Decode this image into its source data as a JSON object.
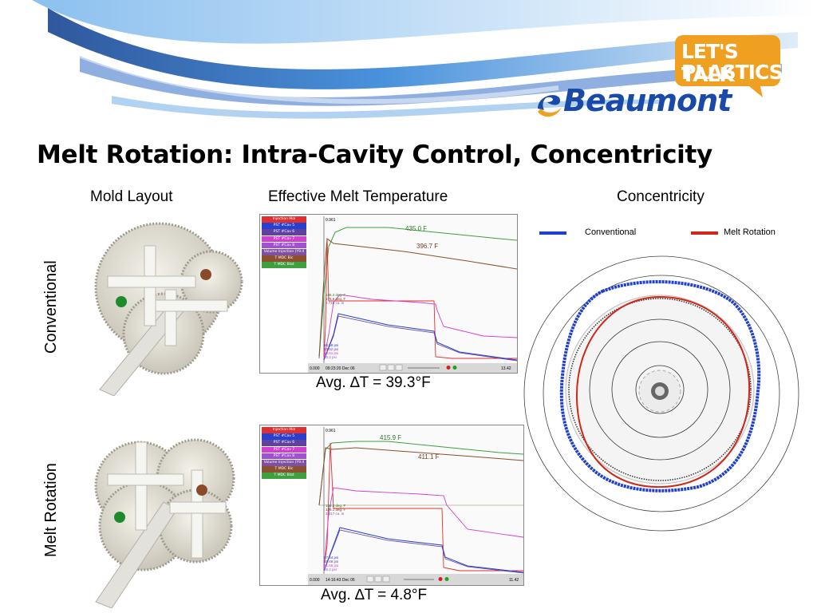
{
  "banner": {
    "tagline_line1": "LET'S TALK",
    "tagline_line2": "PLASTICS",
    "brand": "Beaumont"
  },
  "slide": {
    "title": "Melt Rotation: Intra-Cavity Control, Concentricity"
  },
  "columns": {
    "mold_layout": "Mold Layout",
    "effective_temp": "Effective Melt Temperature",
    "concentricity": "Concentricity"
  },
  "rows": {
    "conventional": "Conventional",
    "melt_rotation": "Melt Rotation"
  },
  "chart_top": {
    "legend": [
      "Injection Mol",
      "PST #Cav 5",
      "PST #Cav 6",
      "PST #Cav 7",
      "PST #Cav 8",
      "Volume Injection (Y9.4",
      "T MDC Bic",
      "T MDC Blat"
    ],
    "legend_colors": [
      "#e03030",
      "#2840d0",
      "#6040a0",
      "#d040d0",
      "#a050d0",
      "#8050a0",
      "#8a5030",
      "#40a040"
    ],
    "peak_label": "435.0 F",
    "second_label": "396.7 F",
    "marker_label": "0.961",
    "inline_labels": [
      "186.2 deg. F",
      "175.6 deg. F",
      "2.716 cu. in"
    ],
    "pressure_labels": [
      "58.58 psi",
      "53.62 psi",
      "49.61 psi",
      "55.2 psi"
    ],
    "footer_left": "0.000",
    "footer_time": "09:23:20 Dec 06",
    "footer_right": "13.42"
  },
  "chart_bottom": {
    "legend": [
      "Injection Mol",
      "PST #Cav 5",
      "PST #Cav 6",
      "PST #Cav 7",
      "PST #Cav 8",
      "Volume Injection (Y9.4",
      "T MDC Bic",
      "T MDC Blat"
    ],
    "legend_colors": [
      "#e03030",
      "#2840d0",
      "#6040a0",
      "#d040d0",
      "#a050d0",
      "#8050a0",
      "#8a5030",
      "#40a040"
    ],
    "peak_label": "415.9 F",
    "second_label": "411.1 F",
    "marker_label": "0.961",
    "inline_labels": [
      "186.4 deg. F",
      "178.1 deg. F",
      "2.217 cu. in"
    ],
    "pressure_labels": [
      "57.64 psi",
      "55.69 psi",
      "51.65 psi",
      "58.2 psi"
    ],
    "footer_left": "0.000",
    "footer_time": "14:16:43 Dec 06",
    "footer_right": "11.42"
  },
  "results": {
    "conventional_avg": "Avg. ∆T = 39.3°F",
    "melt_rotation_avg": "Avg. ∆T = 4.8°F"
  },
  "concentricity_legend": {
    "conventional": "Conventional",
    "melt_rotation": "Melt Rotation",
    "conventional_color": "#1f3fd0",
    "melt_rotation_color": "#d02818"
  }
}
